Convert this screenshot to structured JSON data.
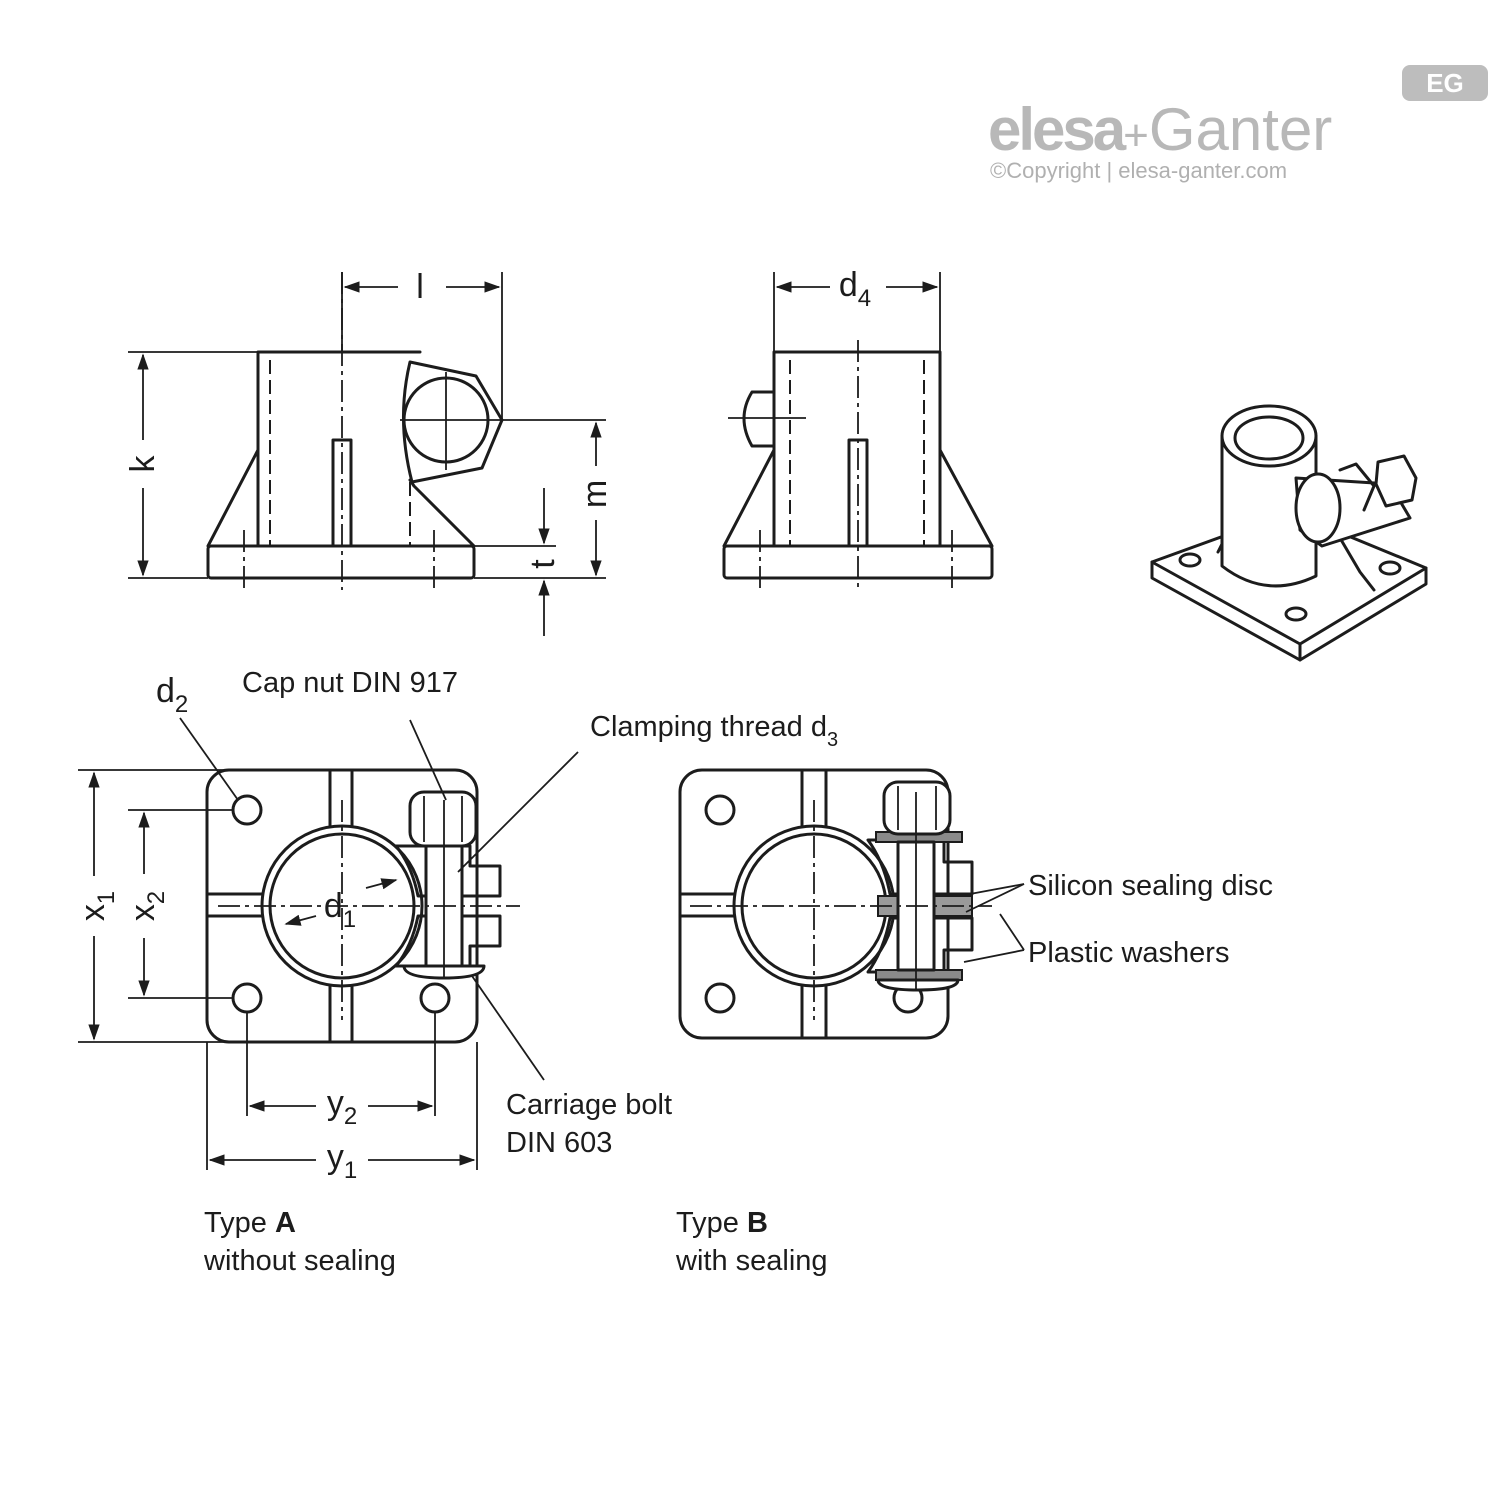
{
  "logo": {
    "badge": "EG",
    "brand_left": "elesa",
    "brand_plus": "+",
    "brand_right": "Ganter",
    "copyright": "©Copyright | elesa-ganter.com"
  },
  "dimensions": {
    "l": "l",
    "k": "k",
    "m": "m",
    "t": "t",
    "d4": "d",
    "d4_sub": "4",
    "d2": "d",
    "d2_sub": "2",
    "d1": "d",
    "d1_sub": "1",
    "x1": "x",
    "x1_sub": "1",
    "x2": "x",
    "x2_sub": "2",
    "y1": "y",
    "y1_sub": "1",
    "y2": "y",
    "y2_sub": "2"
  },
  "callouts": {
    "cap_nut": "Cap nut DIN 917",
    "clamping_thread": "Clamping thread d",
    "clamping_thread_sub": "3",
    "carriage_bolt_line1": "Carriage bolt",
    "carriage_bolt_line2": "DIN 603",
    "silicon_disc": "Silicon sealing disc",
    "plastic_washers": "Plastic washers"
  },
  "types": {
    "a_prefix": "Type ",
    "a_letter": "A",
    "a_desc": "without sealing",
    "b_prefix": "Type ",
    "b_letter": "B",
    "b_desc": "with sealing"
  }
}
